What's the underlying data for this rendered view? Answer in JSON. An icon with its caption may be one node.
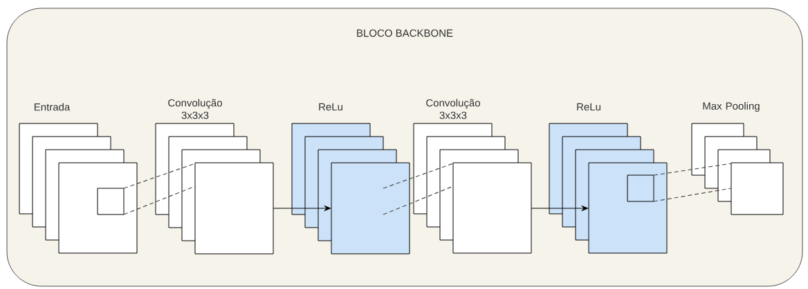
{
  "diagram": {
    "nodes": [
      {
        "text": [
          "BLOCO BACKBONE"
        ]
      },
      {
        "text": [
          "Entrada"
        ],
        "in": 0
      },
      {
        "text": [
          "Convolução 3x3x3"
        ],
        "in": 0
      },
      {
        "text": [
          "ReLu"
        ],
        "in": 0
      },
      {
        "text": [
          "Convolução 3x3x3"
        ],
        "in": 0
      },
      {
        "text": [
          "ReLu"
        ],
        "in": 0
      },
      {
        "text": [
          "Max Pooling"
        ],
        "in": 0
      },
      {
        "text": [],
        "shape": "box",
        "in": 1
      },
      {
        "text": [],
        "shape": "box",
        "in": 5
      }
    ],
    "edges": [
      {
        "from": 7,
        "to": 2,
        "arrow": "none",
        "style": "dashed"
      },
      {
        "from": 7,
        "to": 2,
        "arrow": "none",
        "style": "dashed"
      },
      {
        "from": 2,
        "to": 3,
        "arrow": "to"
      },
      {
        "from": 3,
        "to": 4,
        "arrow": "none",
        "style": "dashed"
      },
      {
        "from": 3,
        "to": 4,
        "arrow": "none",
        "style": "dashed"
      },
      {
        "from": 4,
        "to": 5,
        "arrow": "to"
      },
      {
        "from": 8,
        "to": 6,
        "arrow": "none",
        "style": "dashed"
      },
      {
        "from": 8,
        "to": 6,
        "arrow": "none",
        "style": "dashed"
      }
    ]
  }
}
